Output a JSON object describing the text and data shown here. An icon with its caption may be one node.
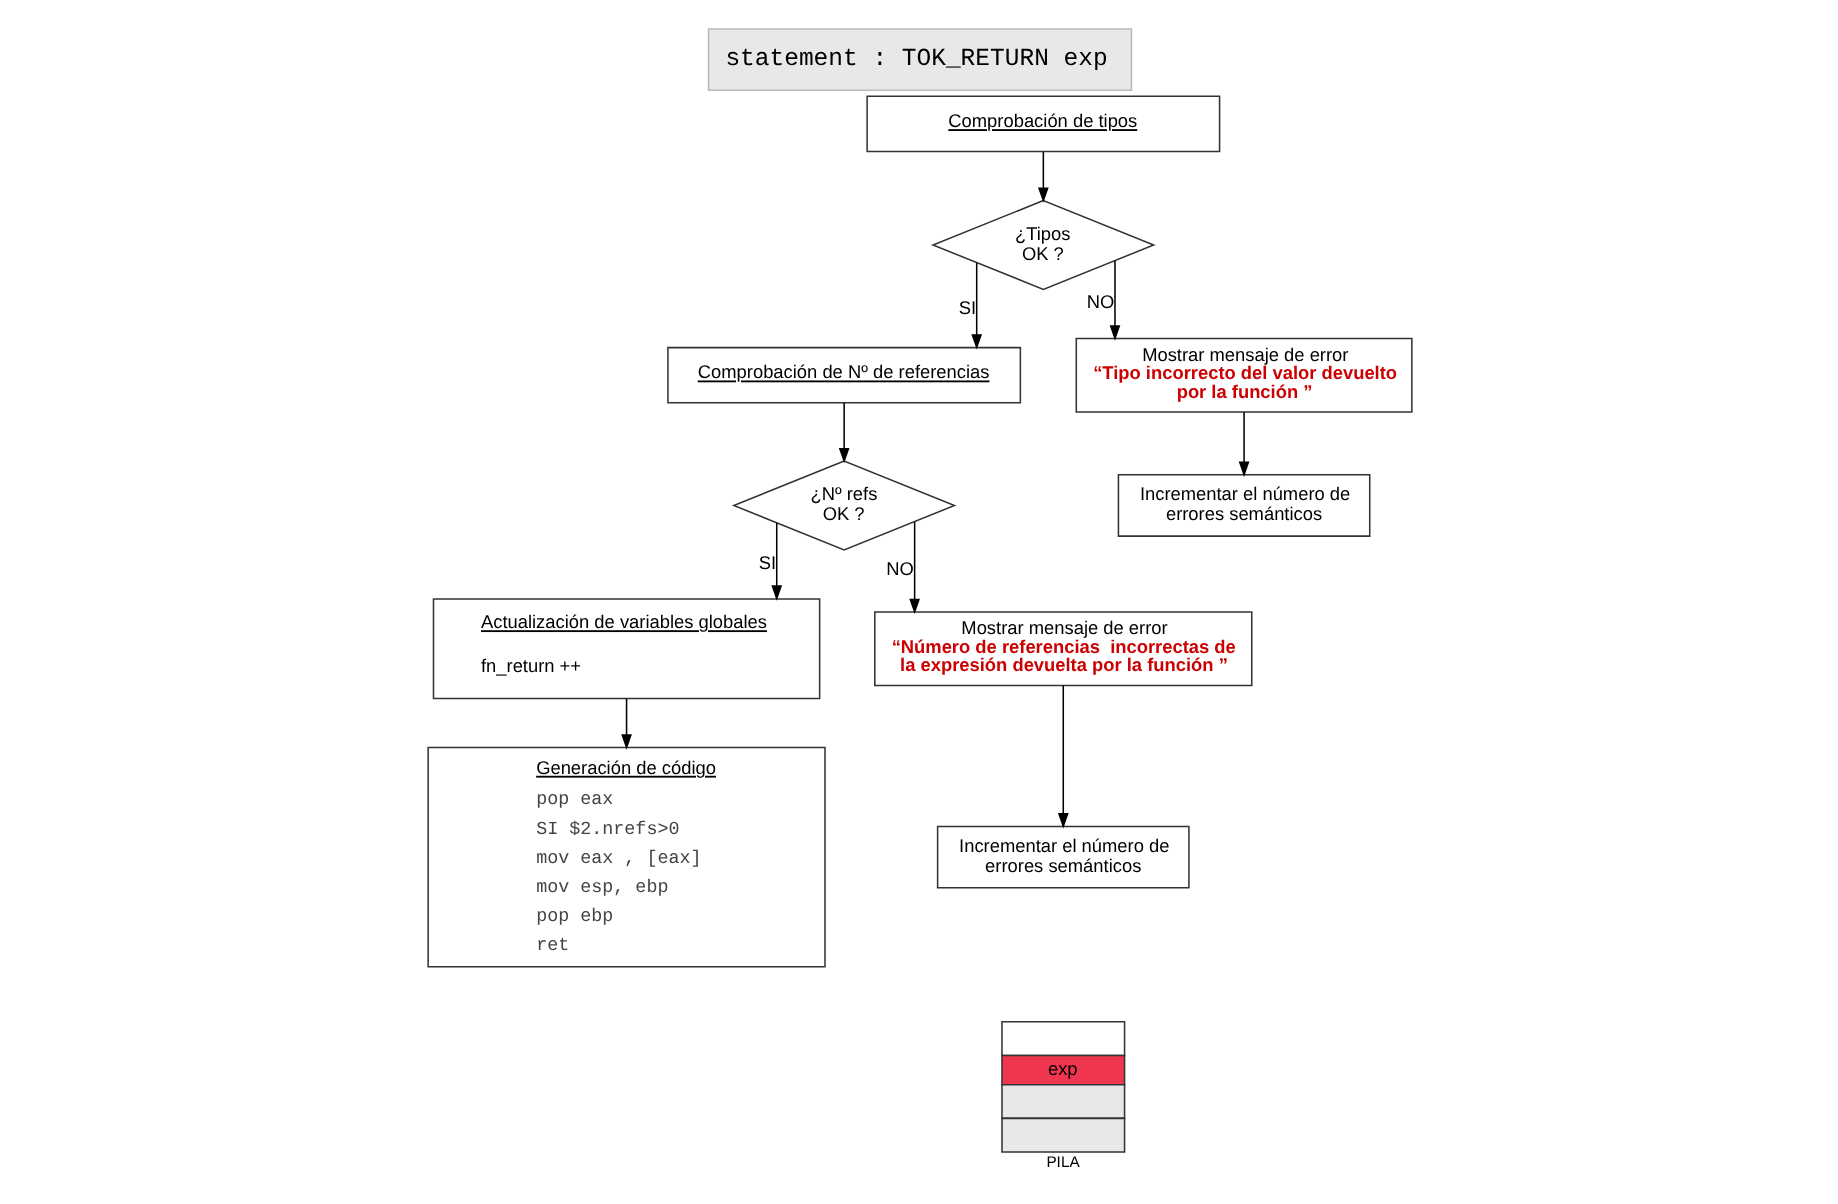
{
  "diagram": {
    "title": "statement : TOK_RETURN exp",
    "nodes": [
      {
        "text": [
          "Comprobación de tipos"
        ]
      },
      {
        "text": [
          "¿Tipos OK ?"
        ]
      },
      {
        "text": [
          "Comprobación de Nº de referencias"
        ]
      },
      {
        "text": [
          "¿Nº refs OK ?"
        ]
      },
      {
        "text": [
          "Actualización de variables globales",
          "fn_return ++"
        ]
      },
      {
        "text": [
          "Generación de código",
          "pop eax",
          "SI $2.nrefs>0",
          "mov eax , [eax]",
          "mov esp, ebp",
          "pop ebp",
          "ret"
        ]
      },
      {
        "text": [
          "Mostrar mensaje de error",
          "“Número de referencias  incorrectas de la expresión devuelta por la función ”"
        ]
      },
      {
        "text": [
          "Incrementar el número de errores semánticos"
        ]
      },
      {
        "text": [
          "Mostrar mensaje de error",
          "“Tipo incorrecto del valor devuelto por la función ”"
        ]
      },
      {
        "text": [
          "Incrementar el número de errores semánticos"
        ]
      },
      {
        "text": [
          "exp"
        ],
        "beside": [
          "PILA"
        ]
      }
    ],
    "edges": [
      {
        "from": 0,
        "to": 1,
        "arrow": "to"
      },
      {
        "from": 1,
        "to": 2,
        "arrow": "to",
        "label": "SI"
      },
      {
        "from": 1,
        "to": 8,
        "arrow": "to",
        "label": "NO"
      },
      {
        "from": 2,
        "to": 3,
        "arrow": "to"
      },
      {
        "from": 3,
        "to": 4,
        "arrow": "to",
        "label": "SI"
      },
      {
        "from": 3,
        "to": 6,
        "arrow": "to",
        "label": "NO"
      },
      {
        "from": 4,
        "to": 5,
        "arrow": "to"
      },
      {
        "from": 6,
        "to": 7,
        "arrow": "to"
      },
      {
        "from": 8,
        "to": 9,
        "arrow": "to"
      }
    ]
  }
}
